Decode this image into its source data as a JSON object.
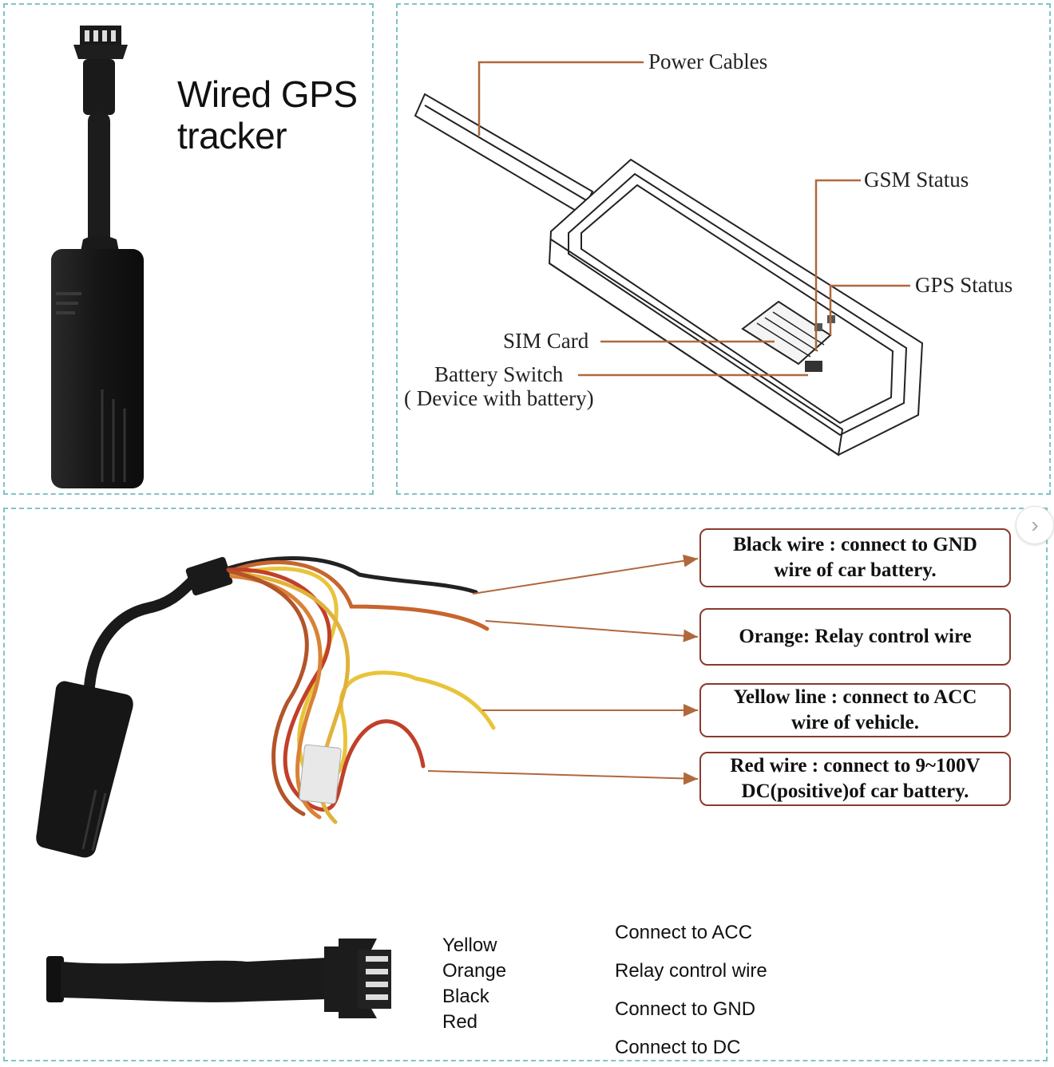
{
  "panel1": {
    "title_lines": [
      "Wired GPS",
      "tracker"
    ]
  },
  "panel2": {
    "labels": {
      "power_cables": "Power Cables",
      "gsm_status": "GSM Status",
      "gps_status": "GPS Status",
      "sim_card": "SIM Card",
      "battery_switch": "Battery Switch",
      "battery_note": "( Device with battery)"
    }
  },
  "panel3": {
    "callouts": [
      {
        "lines": [
          "Black wire : connect to GND",
          "wire of car battery."
        ]
      },
      {
        "lines": [
          "Orange: Relay control wire"
        ]
      },
      {
        "lines": [
          "Yellow line : connect to ACC",
          "wire of vehicle."
        ]
      },
      {
        "lines": [
          "Red wire : connect to 9~100V",
          "DC(positive)of car battery."
        ]
      }
    ],
    "wire_colors": [
      "Yellow",
      "Orange",
      "Black",
      "Red"
    ],
    "wire_functions": [
      "Connect to ACC",
      "Relay control wire",
      "Connect to GND",
      "Connect to DC"
    ]
  },
  "colors": {
    "panel_border": "#7fc3c9",
    "leader_line": "#b0683d",
    "callout_border": "#8a3a2c",
    "device_body": "#1b1b1b"
  },
  "icons": {
    "next": "chevron-right-icon"
  }
}
